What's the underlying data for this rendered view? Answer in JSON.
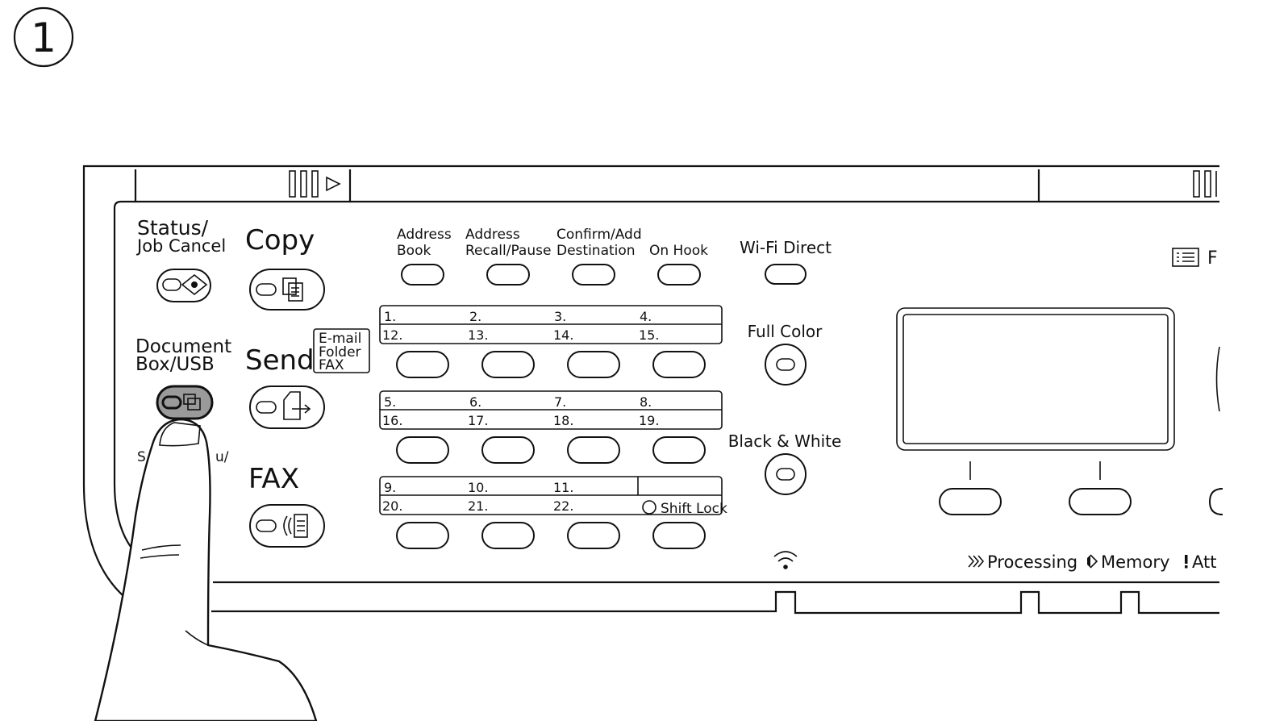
{
  "step": {
    "number": "1"
  },
  "left_panel": {
    "status": {
      "line1": "Status/",
      "line2": "Job Cancel"
    },
    "document_box": {
      "line1": "Document",
      "line2": "Box/USB"
    },
    "partial_label_left": "S",
    "partial_label_right": "u/"
  },
  "mode_buttons": {
    "copy": "Copy",
    "send": "Send",
    "send_box": {
      "line1": "E-mail",
      "line2": "Folder",
      "line3": "FAX"
    },
    "fax": "FAX"
  },
  "top_keys": [
    {
      "line1": "Address",
      "line2": "Book"
    },
    {
      "line1": "Address",
      "line2": "Recall/Pause"
    },
    {
      "line1": "Confirm/Add",
      "line2": "Destination"
    },
    {
      "line1": "",
      "line2": "On Hook"
    }
  ],
  "one_touch": {
    "row1_top": [
      "1.",
      "2.",
      "3.",
      "4."
    ],
    "row1_bottom": [
      "12.",
      "13.",
      "14.",
      "15."
    ],
    "row2_top": [
      "5.",
      "6.",
      "7.",
      "8."
    ],
    "row2_bottom": [
      "16.",
      "17.",
      "18.",
      "19."
    ],
    "row3_top": [
      "9.",
      "10.",
      "11."
    ],
    "row3_bottom": [
      "20.",
      "21.",
      "22."
    ],
    "shift_lock": "Shift Lock"
  },
  "right_column": {
    "wifi_direct": "Wi-Fi Direct",
    "full_color": "Full Color",
    "black_white": "Black & White"
  },
  "display_area": {
    "function_menu_partial": "F"
  },
  "indicators": {
    "processing": "Processing",
    "memory": "Memory",
    "attention_partial": "Att"
  },
  "icons": [
    "step-circle",
    "status-icon",
    "copy-icon",
    "document-box-icon",
    "send-icon",
    "fax-icon",
    "wifi-icon",
    "function-menu-icon",
    "processing-icon",
    "memory-icon",
    "attention-icon",
    "finger-illustration"
  ]
}
